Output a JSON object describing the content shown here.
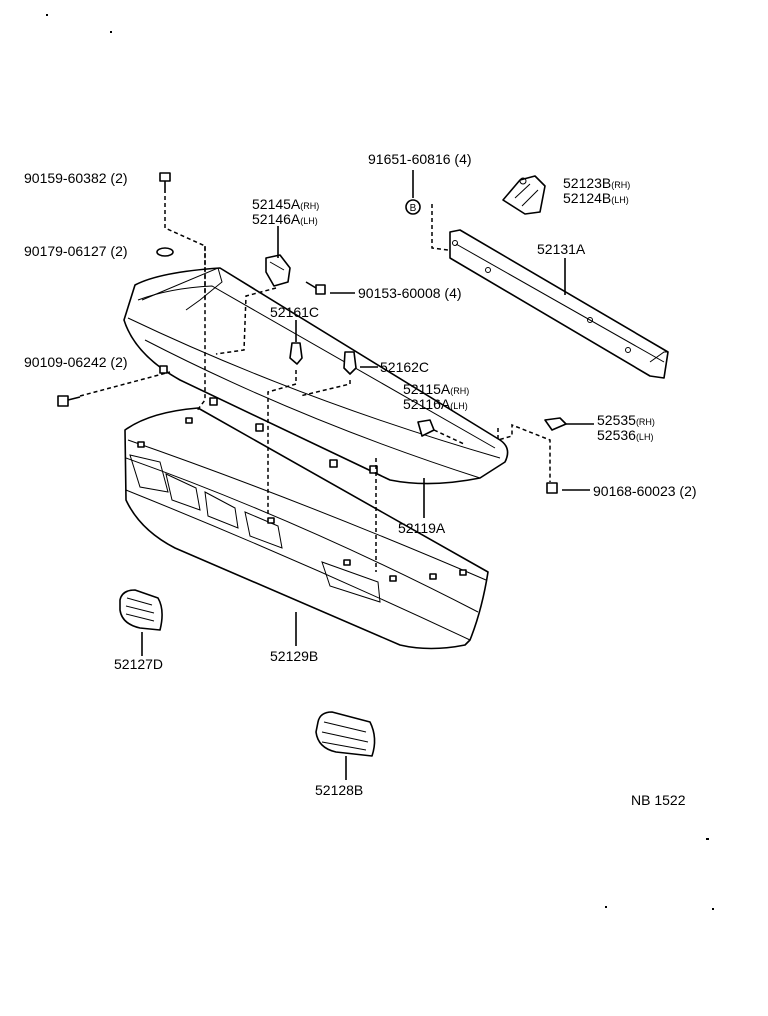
{
  "diagram": {
    "ref_code": "NB 1522",
    "labels": [
      {
        "id": "bolt-90159",
        "number": "90159-60382 (2)"
      },
      {
        "id": "washer-90179",
        "number": "90179-06127 (2)"
      },
      {
        "id": "bolt-90109",
        "number": "90109-06242 (2)"
      },
      {
        "id": "bracket-52145A",
        "number": "52145A",
        "suffix": "(RH)"
      },
      {
        "id": "bracket-52146A",
        "number": "52146A",
        "suffix": "(LH)"
      },
      {
        "id": "bolt-90153",
        "number": "90153-60008 (4)"
      },
      {
        "id": "clip-52161C",
        "number": "52161C"
      },
      {
        "id": "clip-52162C",
        "number": "52162C"
      },
      {
        "id": "nut-91651",
        "number": "91651-60816 (4)"
      },
      {
        "id": "stay-52123B",
        "number": "52123B",
        "suffix": "(RH)"
      },
      {
        "id": "stay-52124B",
        "number": "52124B",
        "suffix": "(LH)"
      },
      {
        "id": "reinforcement-52131A",
        "number": "52131A"
      },
      {
        "id": "bracket-52115A",
        "number": "52115A",
        "suffix": "(RH)"
      },
      {
        "id": "bracket-52116A",
        "number": "52116A",
        "suffix": "(LH)"
      },
      {
        "id": "retainer-52535",
        "number": "52535",
        "suffix": "(RH)"
      },
      {
        "id": "retainer-52536",
        "number": "52536",
        "suffix": "(LH)"
      },
      {
        "id": "screw-90168",
        "number": "90168-60023 (2)"
      },
      {
        "id": "bumper-cover-52119A",
        "number": "52119A"
      },
      {
        "id": "lower-cover-52129B",
        "number": "52129B"
      },
      {
        "id": "grille-52127D",
        "number": "52127D"
      },
      {
        "id": "grille-52128B",
        "number": "52128B"
      }
    ],
    "bolt_callout": "B"
  }
}
